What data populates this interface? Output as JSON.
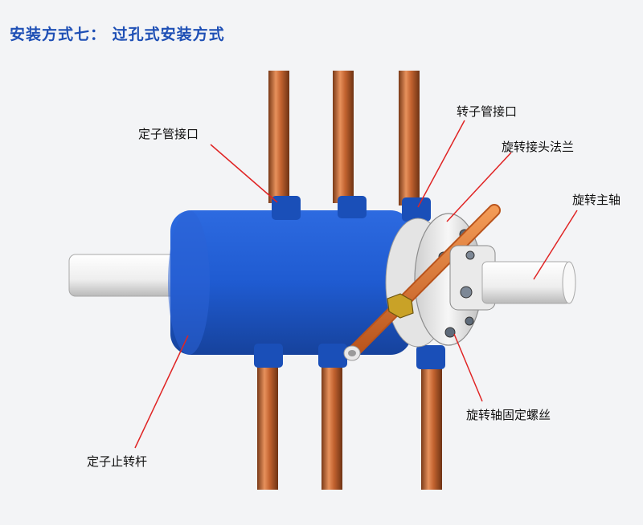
{
  "title": "安装方式七： 过孔式安装方式",
  "labels": {
    "stator_port": "定子管接口",
    "rotor_port": "转子管接口",
    "flange": "旋转接头法兰",
    "main_shaft": "旋转主轴",
    "fix_screw": "旋转轴固定螺丝",
    "stop_rod": "定子止转杆"
  },
  "colors": {
    "body_blue": "#1f5bd1",
    "copper": "#c2622f",
    "orange_rod": "#e0722e",
    "shaft": "#f2f2f2",
    "leader": "#e02424",
    "title": "#1e4fb5"
  }
}
